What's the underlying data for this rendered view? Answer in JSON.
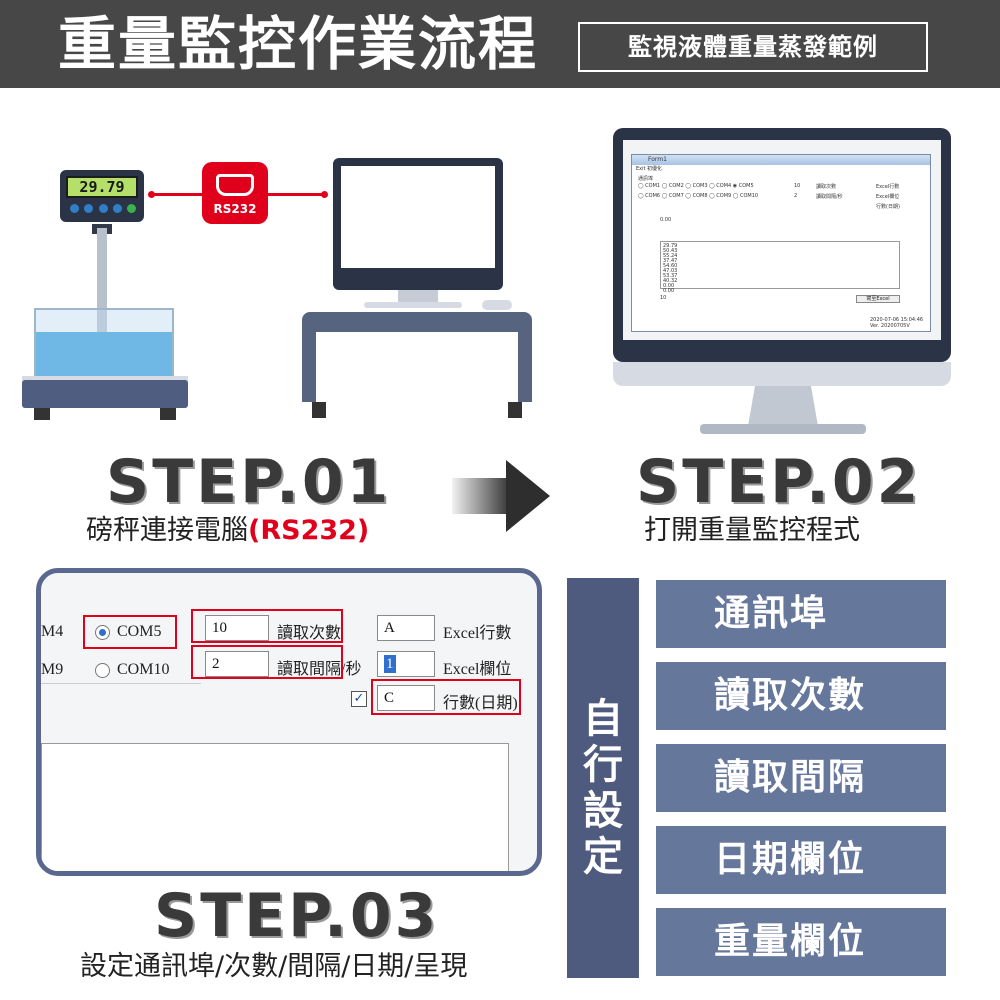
{
  "header": {
    "title": "重量監控作業流程",
    "subtitle": "監視液體重量蒸發範例"
  },
  "illustration": {
    "scale_reading": "29.79",
    "cable_label": "RS232"
  },
  "monitor_app": {
    "window_title": "Form1",
    "menu": "Exit 初優化",
    "group_label": "通訊埠",
    "ports_row1": "◯ COM1   ◯ COM2   ◯ COM3   ◯ COM4   ◉ COM5",
    "ports_row2": "◯ COM6   ◯ COM7   ◯ COM8   ◯ COM9   ◯ COM10",
    "read_count": "10",
    "read_count_label": "讀取次數",
    "interval": "2",
    "interval_label": "讀取間隔/秒",
    "excel_row_label": "Excel行數",
    "excel_col_label": "Excel欄位",
    "row_date_label": "行數(日期)",
    "current_value": "0.00",
    "log": "29.79\n50.43\n55.24\n37.47\n54.60\n47.03\n53.37\n40.32\n0.00\n0.00",
    "save_button": "寫至Excel",
    "counter": "10",
    "footer": "2020-07-06 15:04:46\nVer. 20200705V"
  },
  "steps": {
    "step1": {
      "title": "STEP.01",
      "desc": "磅秤連接電腦",
      "desc_highlight": "(RS232)"
    },
    "step2": {
      "title": "STEP.02",
      "desc": "打開重量監控程式"
    },
    "step3": {
      "title": "STEP.03",
      "desc": "設定通訊埠/次數/間隔/日期/呈現"
    }
  },
  "zoom_settings": {
    "port_prev": "M4",
    "port_prev2": "M9",
    "port_selected": "COM5",
    "port_other": "COM10",
    "read_count_value": "10",
    "read_count_label": "讀取次數",
    "interval_value": "2",
    "interval_label": "讀取間隔/秒",
    "excel_row_value": "A",
    "excel_row_label": "Excel行數",
    "excel_col_value": "1",
    "excel_col_label": "Excel欄位",
    "date_col_value": "C",
    "date_col_label": "行數(日期)",
    "date_checked": true
  },
  "settings_column": {
    "heading": "自\n行\n設\n定",
    "items": [
      "通訊埠",
      "讀取次數",
      "讀取間隔",
      "日期欄位",
      "重量欄位"
    ]
  },
  "colors": {
    "header_bg": "#474747",
    "accent_red": "#e0001b",
    "navy": "#4e5b7e",
    "item_bg": "#66779c"
  }
}
